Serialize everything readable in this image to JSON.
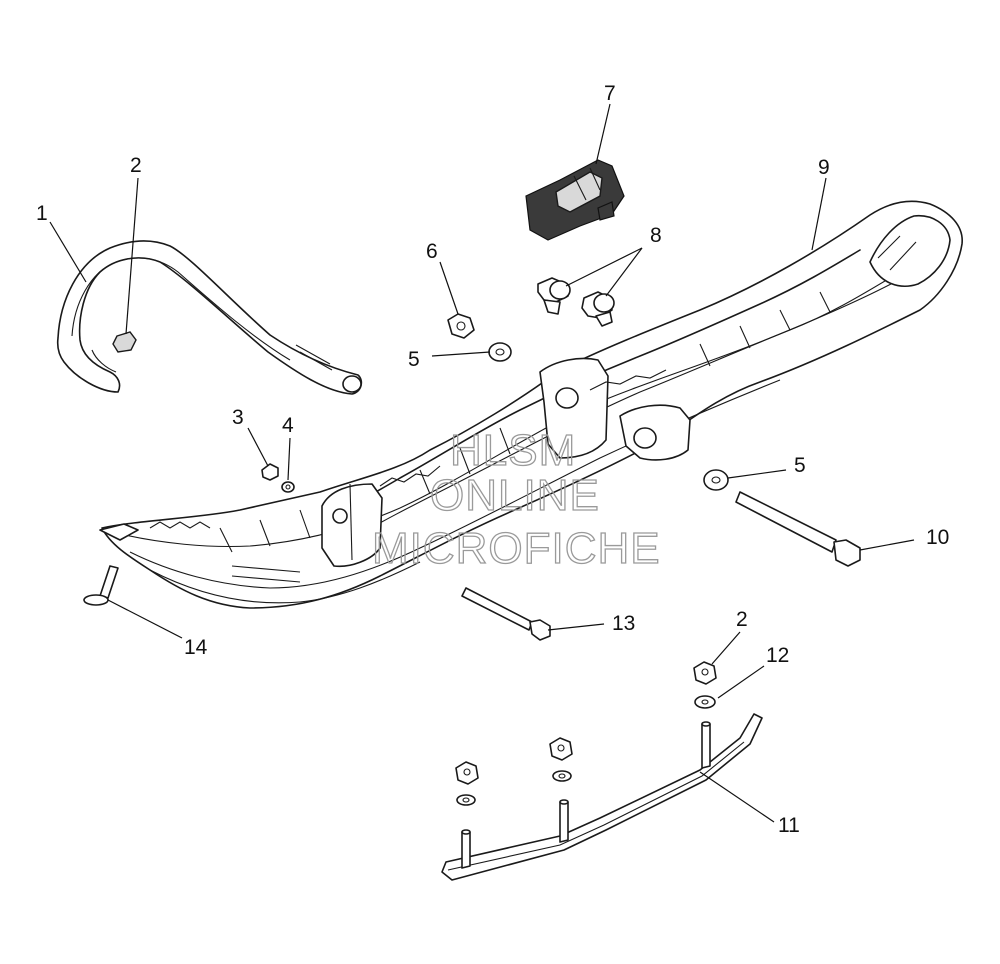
{
  "callouts": {
    "c1": "1",
    "c2a": "2",
    "c2b": "2",
    "c3": "3",
    "c4": "4",
    "c5a": "5",
    "c5b": "5",
    "c6": "6",
    "c7": "7",
    "c8": "8",
    "c9": "9",
    "c10": "10",
    "c11": "11",
    "c12": "12",
    "c13": "13",
    "c14": "14"
  },
  "watermark": {
    "line1": "HLSM",
    "line2": "ONLINE",
    "line3": "MICROFICHE"
  }
}
